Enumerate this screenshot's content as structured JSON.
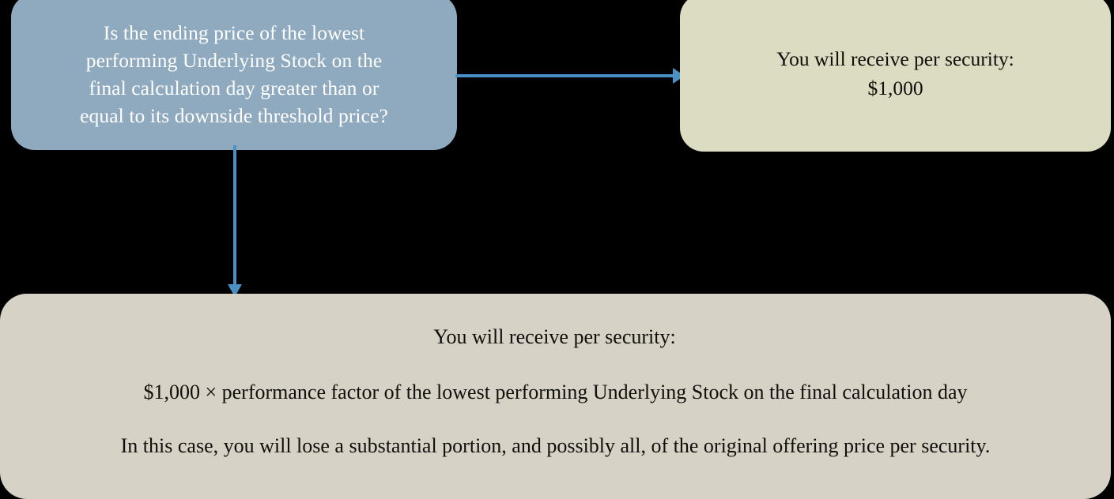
{
  "diagram": {
    "type": "flowchart",
    "background_color": "#000000",
    "nodes": {
      "decision": {
        "id": "decision-node",
        "shape": "rounded-rectangle",
        "fill_color": "#8FAABF",
        "text_color": "#FFFFFF",
        "lines": [
          "Is the ending price of the lowest",
          "performing Underlying Stock on the",
          "final calculation day greater than or",
          "equal to its downside threshold price?"
        ]
      },
      "outcome_par": {
        "id": "outcome-par-node",
        "shape": "rounded-rectangle",
        "fill_color": "#DCDCC2",
        "text_color": "#100F0C",
        "lines": [
          "You will receive per security:",
          "$1,000"
        ]
      },
      "outcome_loss": {
        "id": "outcome-loss-node",
        "shape": "rounded-rectangle",
        "fill_color": "#D6D2C6",
        "text_color": "#100F0C",
        "paragraphs": [
          "You will receive per security:",
          "$1,000 × performance  factor of the lowest performing Underlying Stock on the final calculation day",
          "In this case, you will lose a substantial portion, and possibly all, of the original offering price per security."
        ]
      }
    },
    "edges": [
      {
        "id": "edge-yes",
        "name": "arrow-decision-to-outcome-par",
        "from": "decision",
        "to": "outcome_par",
        "direction": "right",
        "label": "",
        "color": "#4A90C4"
      },
      {
        "id": "edge-no",
        "name": "arrow-decision-to-outcome-loss",
        "from": "decision",
        "to": "outcome_loss",
        "direction": "down",
        "label": "",
        "color": "#4A90C4"
      }
    ]
  }
}
